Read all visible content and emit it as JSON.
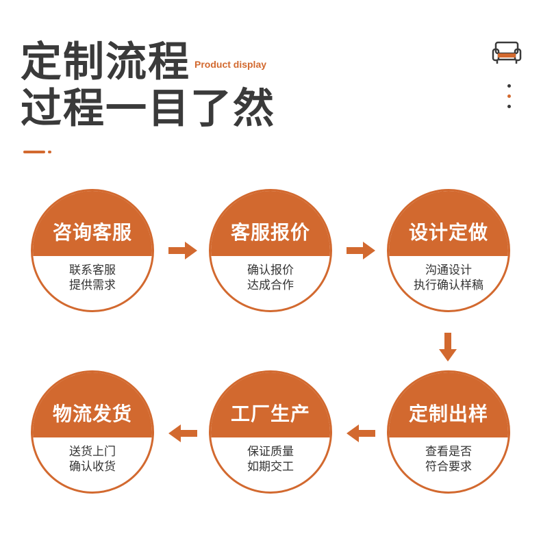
{
  "header": {
    "title_line1": "定制流程",
    "title_line2": "过程一目了然",
    "subtitle": "Product display"
  },
  "colors": {
    "accent": "#d2692f",
    "text_dark": "#3a3a3a",
    "text_body": "#333333",
    "background": "#ffffff"
  },
  "icons": {
    "corner": "sofa-icon",
    "dots": "vertical-dots-icon",
    "arrows": "arrow-icon"
  },
  "steps": [
    {
      "title": "咨询客服",
      "line1": "联系客服",
      "line2": "提供需求"
    },
    {
      "title": "客服报价",
      "line1": "确认报价",
      "line2": "达成合作"
    },
    {
      "title": "设计定做",
      "line1": "沟通设计",
      "line2": "执行确认样稿"
    },
    {
      "title": "定制出样",
      "line1": "查看是否",
      "line2": "符合要求"
    },
    {
      "title": "工厂生产",
      "line1": "保证质量",
      "line2": "如期交工"
    },
    {
      "title": "物流发货",
      "line1": "送货上门",
      "line2": "确认收货"
    }
  ]
}
